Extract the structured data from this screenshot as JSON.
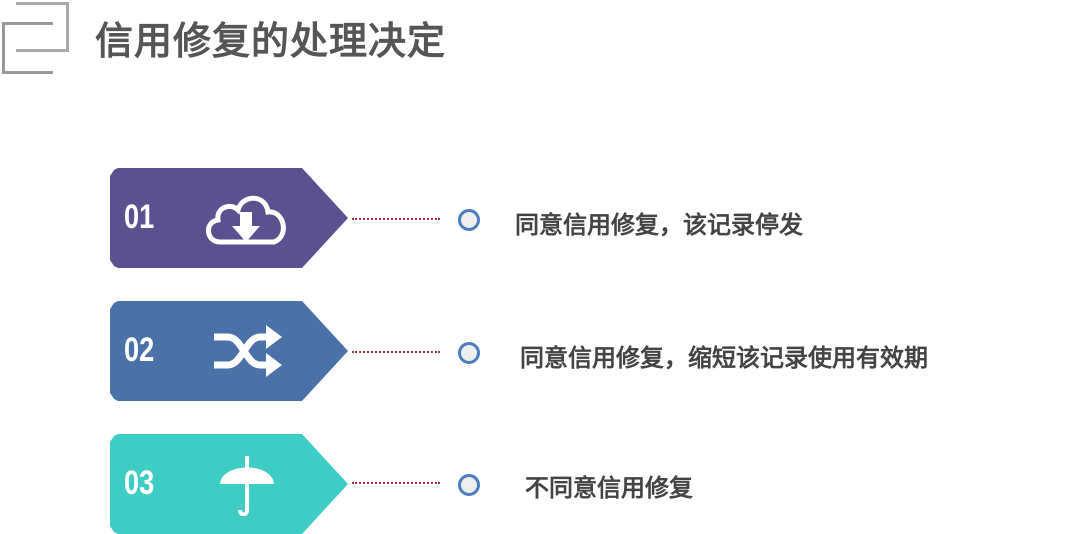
{
  "title": "信用修复的处理决定",
  "items": [
    {
      "num": "01",
      "icon": "cloud-download-icon",
      "color": "#5b5190",
      "text": "同意信用修复，该记录停发"
    },
    {
      "num": "02",
      "icon": "shuffle-icon",
      "color": "#4a72a8",
      "text": "同意信用修复，缩短该记录使用有效期"
    },
    {
      "num": "03",
      "icon": "umbrella-icon",
      "color": "#3ecdc5",
      "text": "不同意信用修复"
    }
  ]
}
